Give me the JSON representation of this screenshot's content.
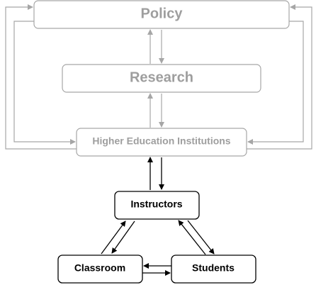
{
  "diagram": {
    "colors": {
      "muted": "#a6a6a6",
      "muted_text": "#9e9e9e",
      "active": "#000000",
      "background": "#ffffff"
    },
    "nodes": {
      "policy": "Policy",
      "research": "Research",
      "institutions": "Higher Education Institutions",
      "instructors": "Instructors",
      "classroom": "Classroom",
      "students": "Students"
    },
    "edges": [
      {
        "from": "institutions",
        "to": "research"
      },
      {
        "from": "research",
        "to": "institutions"
      },
      {
        "from": "research",
        "to": "policy"
      },
      {
        "from": "policy",
        "to": "research"
      },
      {
        "from": "institutions",
        "to": "policy"
      },
      {
        "from": "policy",
        "to": "institutions"
      },
      {
        "from": "instructors",
        "to": "institutions"
      },
      {
        "from": "institutions",
        "to": "instructors"
      },
      {
        "from": "instructors",
        "to": "classroom"
      },
      {
        "from": "classroom",
        "to": "instructors"
      },
      {
        "from": "instructors",
        "to": "students"
      },
      {
        "from": "students",
        "to": "instructors"
      },
      {
        "from": "classroom",
        "to": "students"
      },
      {
        "from": "students",
        "to": "classroom"
      }
    ]
  }
}
